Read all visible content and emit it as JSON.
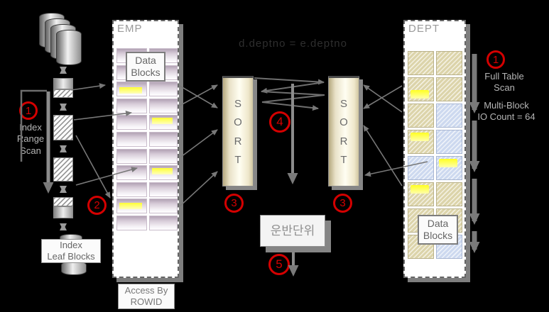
{
  "join_condition": "d.deptno = e.deptno",
  "steps": {
    "one": "1",
    "two": "2",
    "three": "3",
    "four": "4",
    "five": "5"
  },
  "index_side": {
    "range_scan_label": "Index Range Scan",
    "leaf_blocks_label": "Index\nLeaf Blocks"
  },
  "emp_table": {
    "title": "EMP",
    "data_blocks_label": "Data\nBlocks",
    "access_by_rowid_label": "Access By\nROWID",
    "rows": [
      {
        "left": "plain",
        "right": "plain"
      },
      {
        "left": "plain",
        "right": "plain"
      },
      {
        "left": "yellow-bottom",
        "right": "plain"
      },
      {
        "left": "plain",
        "right": "plain"
      },
      {
        "left": "plain",
        "right": "yellow-top"
      },
      {
        "left": "plain",
        "right": "plain"
      },
      {
        "left": "plain",
        "right": "plain"
      },
      {
        "left": "plain",
        "right": "yellow-top"
      },
      {
        "left": "plain",
        "right": "plain"
      },
      {
        "left": "yellow-mid",
        "right": "plain"
      },
      {
        "left": "plain",
        "right": "plain"
      }
    ]
  },
  "sort": {
    "label": "SORT"
  },
  "transport_unit": {
    "label": "운반단위"
  },
  "dept_table": {
    "title": "DEPT",
    "data_blocks_label": "Data\nBlocks",
    "rows": [
      {
        "left": "tan",
        "right": "tan"
      },
      {
        "left": "tan yellow-bottom",
        "right": "tan"
      },
      {
        "left": "tan",
        "right": "blue"
      },
      {
        "left": "tan yellow-top",
        "right": "blue"
      },
      {
        "left": "blue",
        "right": "blue yellow-top"
      },
      {
        "left": "tan yellow-top",
        "right": "tan"
      },
      {
        "left": "tan",
        "right": "tan"
      },
      {
        "left": "tan",
        "right": "blue"
      }
    ]
  },
  "full_scan_side": {
    "full_table_scan_label": "Full Table Scan",
    "multi_block_label": "Multi-Block\nIO Count = 64"
  },
  "colors": {
    "accent_red": "#d40000",
    "arrow_gray": "#787878",
    "highlight_yellow": "#ffff55",
    "tan_block": "#dcd4aa",
    "blue_block": "#cdd9ef",
    "mauve_block": "#b2a2b4"
  }
}
